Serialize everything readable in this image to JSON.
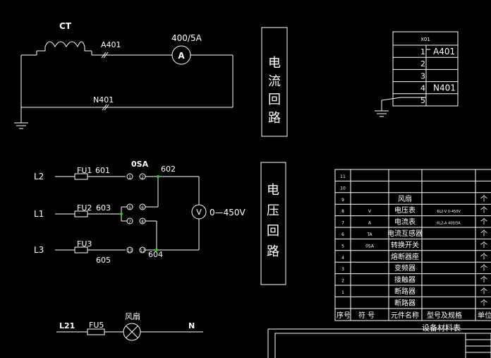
{
  "current_circuit": {
    "ct_label": "CT",
    "wire_a": "A401",
    "wire_n": "N401",
    "ammeter_rating": "400/5A",
    "ammeter_symbol": "A"
  },
  "current_title": "电流回路",
  "voltage_title": "电压回路",
  "terminal_block": {
    "header": "X01",
    "rows": [
      {
        "num": "1",
        "label": "A401"
      },
      {
        "num": "2",
        "label": ""
      },
      {
        "num": "3",
        "label": ""
      },
      {
        "num": "4",
        "label": "N401"
      },
      {
        "num": "5",
        "label": ""
      }
    ]
  },
  "voltage_circuit": {
    "switch_label": "0SA",
    "phases": [
      {
        "line": "L2",
        "fuse": "FU1",
        "wire": "601"
      },
      {
        "line": "L1",
        "fuse": "FU2",
        "wire": "603"
      },
      {
        "line": "L3",
        "fuse": "FU3",
        "wire": "605"
      }
    ],
    "wire_602": "602",
    "wire_604": "604",
    "voltmeter_symbol": "V",
    "voltmeter_range": "0—450V"
  },
  "fan_circuit": {
    "line": "L21",
    "fuse": "FU5",
    "fan_label": "风扇",
    "neutral": "N"
  },
  "bom": {
    "title": "设备材料表",
    "headers": [
      "序号",
      "符 号",
      "元件名称",
      "型号及规格",
      "单位"
    ],
    "rows": [
      {
        "no": "11",
        "sym": "",
        "name": "",
        "spec": "",
        "unit": ""
      },
      {
        "no": "10",
        "sym": "",
        "name": "",
        "spec": "",
        "unit": ""
      },
      {
        "no": "9",
        "sym": "",
        "name": "风扇",
        "spec": "",
        "unit": "个"
      },
      {
        "no": "8",
        "sym": "V",
        "name": "电压表",
        "spec": "6L2-V 0-450V",
        "unit": "个"
      },
      {
        "no": "7",
        "sym": "A",
        "name": "电流表",
        "spec": "6L2-A 400/5A",
        "unit": "个"
      },
      {
        "no": "6",
        "sym": "TA",
        "name": "电流互感器",
        "spec": "",
        "unit": "个"
      },
      {
        "no": "5",
        "sym": "0SA",
        "name": "转换开关",
        "spec": "",
        "unit": "个"
      },
      {
        "no": "4",
        "sym": "",
        "name": "熔断器座",
        "spec": "",
        "unit": "个"
      },
      {
        "no": "3",
        "sym": "",
        "name": "变频器",
        "spec": "",
        "unit": "个"
      },
      {
        "no": "2",
        "sym": "",
        "name": "接触器",
        "spec": "",
        "unit": "个"
      },
      {
        "no": "1",
        "sym": "",
        "name": "断路器",
        "spec": "",
        "unit": "个"
      },
      {
        "no": "",
        "sym": "",
        "name": "断路器",
        "spec": "",
        "unit": "个"
      }
    ]
  }
}
